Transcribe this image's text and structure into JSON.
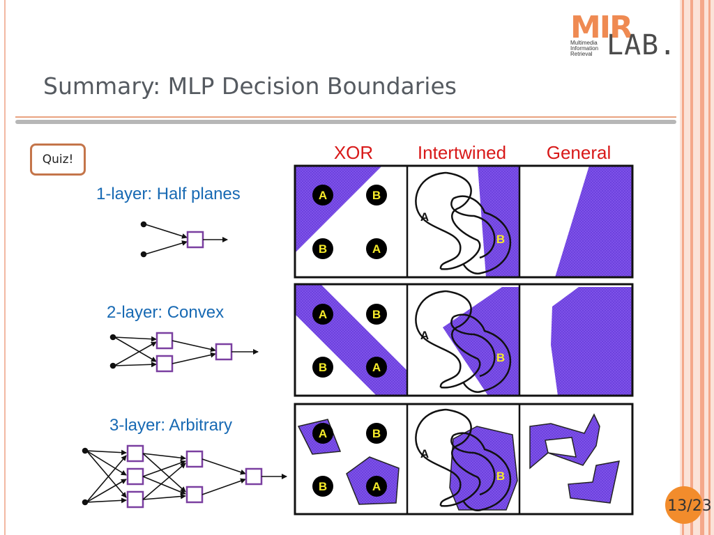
{
  "slide": {
    "title": "Summary: MLP Decision Boundaries",
    "quiz_label": "Quiz!",
    "page": "13/23"
  },
  "logo": {
    "mark": "MIR",
    "lab": "LAB.",
    "lines": [
      "Multimedia",
      "Information",
      "Retrieval"
    ]
  },
  "columns": [
    "XOR",
    "Intertwined",
    "General"
  ],
  "rows": [
    {
      "label": "1-layer: Half planes"
    },
    {
      "label": "2-layer: Convex"
    },
    {
      "label": "3-layer: Arbitrary"
    }
  ],
  "class_labels": {
    "a": "A",
    "b": "B"
  },
  "colors": {
    "region": "#6a3fdc",
    "accent": "#d81818",
    "label": "#1769b3",
    "node": "#7a3fa0"
  }
}
